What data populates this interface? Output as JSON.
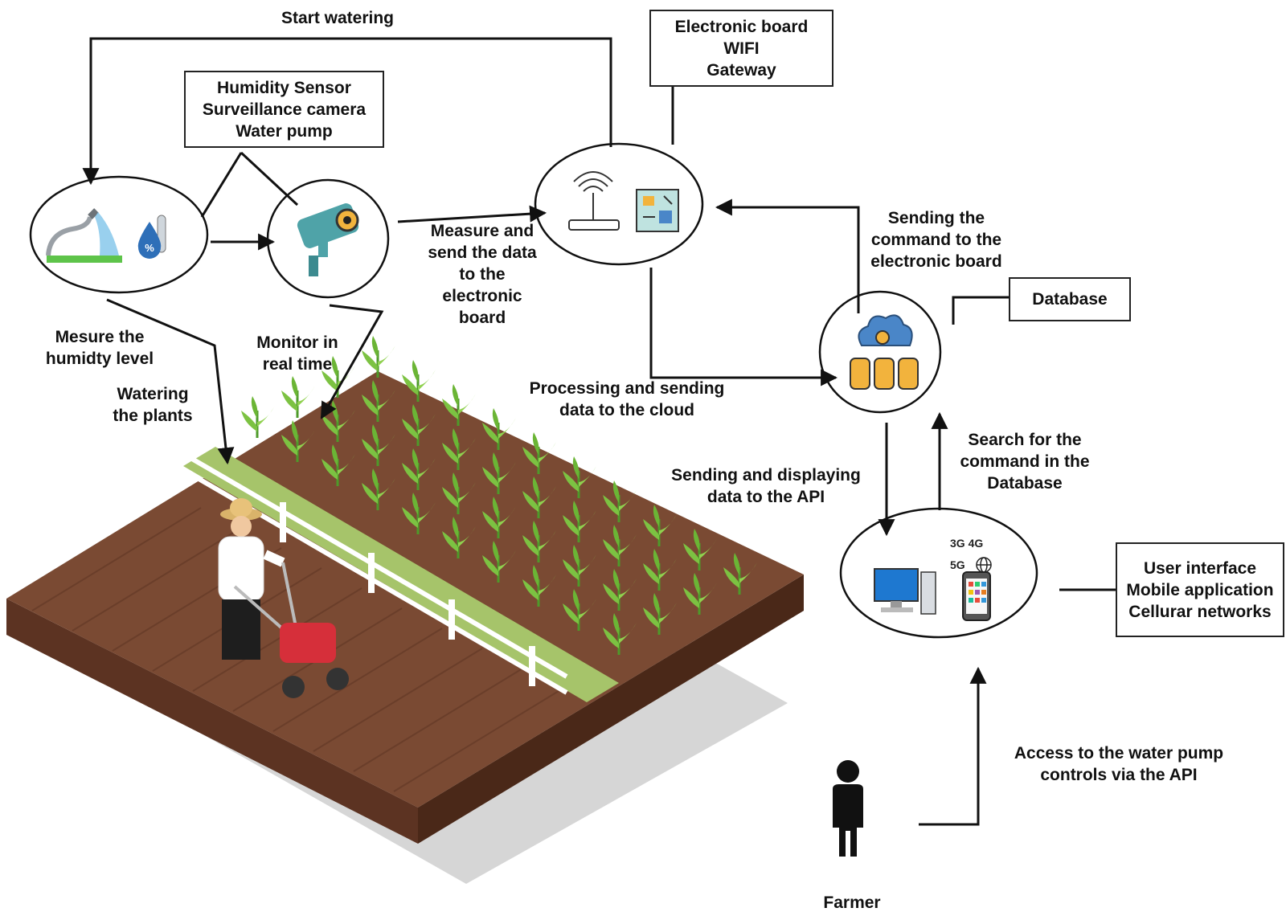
{
  "labels": {
    "start_watering": "Start watering",
    "measure_send": "Measure and\nsend the data\nto the\nelectronic\nboard",
    "processing_sending": "Processing and sending\ndata to the cloud",
    "sending_command": "Sending the\ncommand to the\nelectronic board",
    "sending_displaying": "Sending and displaying\ndata to the API",
    "search_command": "Search for the\ncommand in the\nDatabase",
    "mesure_humidity": "Mesure the\nhumidty level",
    "watering_plants": "Watering\nthe plants",
    "monitor": "Monitor in\nreal time",
    "access": "Access to the water pump\ncontrols via the API",
    "farmer": "Farmer"
  },
  "boxes": {
    "sensors": "Humidity Sensor\nSurveillance camera\nWater pump",
    "board": "Electronic board\nWIFI\nGateway",
    "database": "Database",
    "user_interface": "User interface\nMobile application\nCellurar networks"
  },
  "network": {
    "g3g4": "3G 4G",
    "g5": "5G"
  },
  "icons": [
    "hose-icon",
    "humidity-drop-icon",
    "camera-icon",
    "router-icon",
    "circuit-board-icon",
    "cloud-database-icon",
    "computer-icon",
    "smartphone-icon",
    "globe-icon",
    "farmer-icon"
  ],
  "colors": {
    "soil": "#7a4a33",
    "soil_dark": "#5c3322",
    "plant": "#7cc242",
    "grass_strip": "#a6c46a",
    "camera": "#4fa3a8",
    "database": "#f2b33d",
    "cloud": "#4a86c8"
  }
}
